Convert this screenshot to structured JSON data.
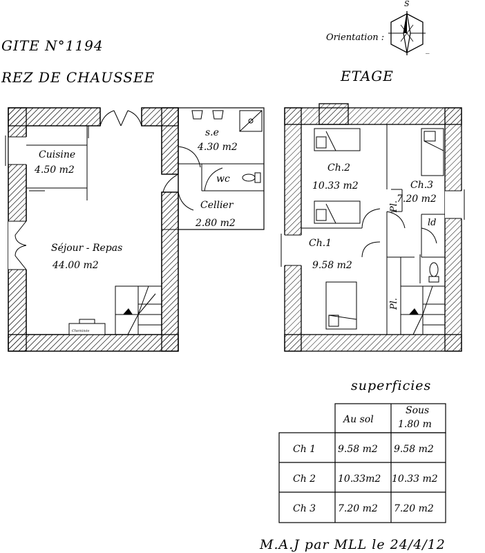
{
  "header": {
    "title": "GITE N°1194",
    "orientation_label": "Orientation :",
    "compass_north": "S",
    "compass_mark": "_"
  },
  "ground_floor": {
    "label": "REZ DE CHAUSSEE",
    "rooms": [
      {
        "name": "Cuisine",
        "area": "4.50 m2"
      },
      {
        "name": "Séjour - Repas",
        "area": "44.00 m2"
      },
      {
        "name": "s.e",
        "area": "4.30 m2"
      },
      {
        "name": "wc",
        "area": ""
      },
      {
        "name": "Cellier",
        "area": "2.80 m2"
      }
    ],
    "fireplace_label": "Cheminée"
  },
  "upper_floor": {
    "label": "ETAGE",
    "rooms": [
      {
        "name": "Ch.2",
        "area": "10.33 m2"
      },
      {
        "name": "Ch.3",
        "area": "7.20 m2"
      },
      {
        "name": "Ch.1",
        "area": "9.58 m2"
      }
    ],
    "closet_labels": [
      "Pl.",
      "Pl."
    ],
    "laundry_label": "ld"
  },
  "surfaces": {
    "title": "superficies",
    "headers": [
      "Au sol",
      "Sous",
      "1.80 m"
    ],
    "rows": [
      {
        "room": "Ch 1",
        "floor": "9.58 m2",
        "under": "9.58 m2"
      },
      {
        "room": "Ch 2",
        "floor": "10.33m2",
        "under": "10.33 m2"
      },
      {
        "room": "Ch 3",
        "floor": "7.20 m2",
        "under": "7.20 m2"
      }
    ]
  },
  "footer": {
    "text": "M.A.J par MLL le 24/4/12"
  }
}
